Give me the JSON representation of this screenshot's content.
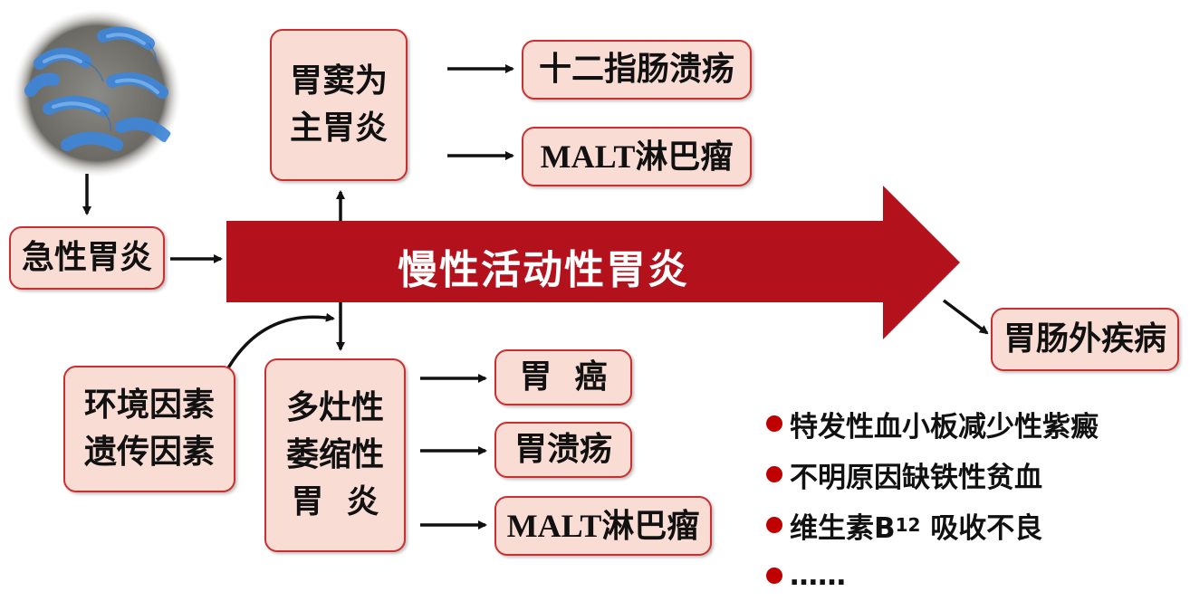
{
  "main_arrow": {
    "label": "慢性活动性胃炎",
    "color": "#b3121d"
  },
  "nodes": {
    "acute": "急性胃炎",
    "antral_lines": [
      "胃窦为",
      "主胃炎"
    ],
    "duodenal_ulcer": "十二指肠溃疡",
    "malt_top": "MALT淋巴瘤",
    "causes_lines": [
      "环境因素",
      "遗传因素"
    ],
    "atrophic_lines": [
      "多灶性",
      "萎缩性",
      "胃  炎"
    ],
    "gastric_cancer": "胃  癌",
    "gastric_ulcer": "胃溃疡",
    "malt_bottom": "MALT淋巴瘤",
    "extragastric": "胃肠外疾病"
  },
  "bullets": {
    "item1": "特发性血小板减少性紫癜",
    "item2": "不明原因缺铁性贫血",
    "item3_prefix": "维生素B",
    "item3_sub": "12",
    "item3_suffix": " 吸收不良",
    "item4": "……"
  },
  "colors": {
    "box_fill": "#f9ddd5",
    "box_border": "#c9302f",
    "bullet_dot": "#c00000"
  }
}
